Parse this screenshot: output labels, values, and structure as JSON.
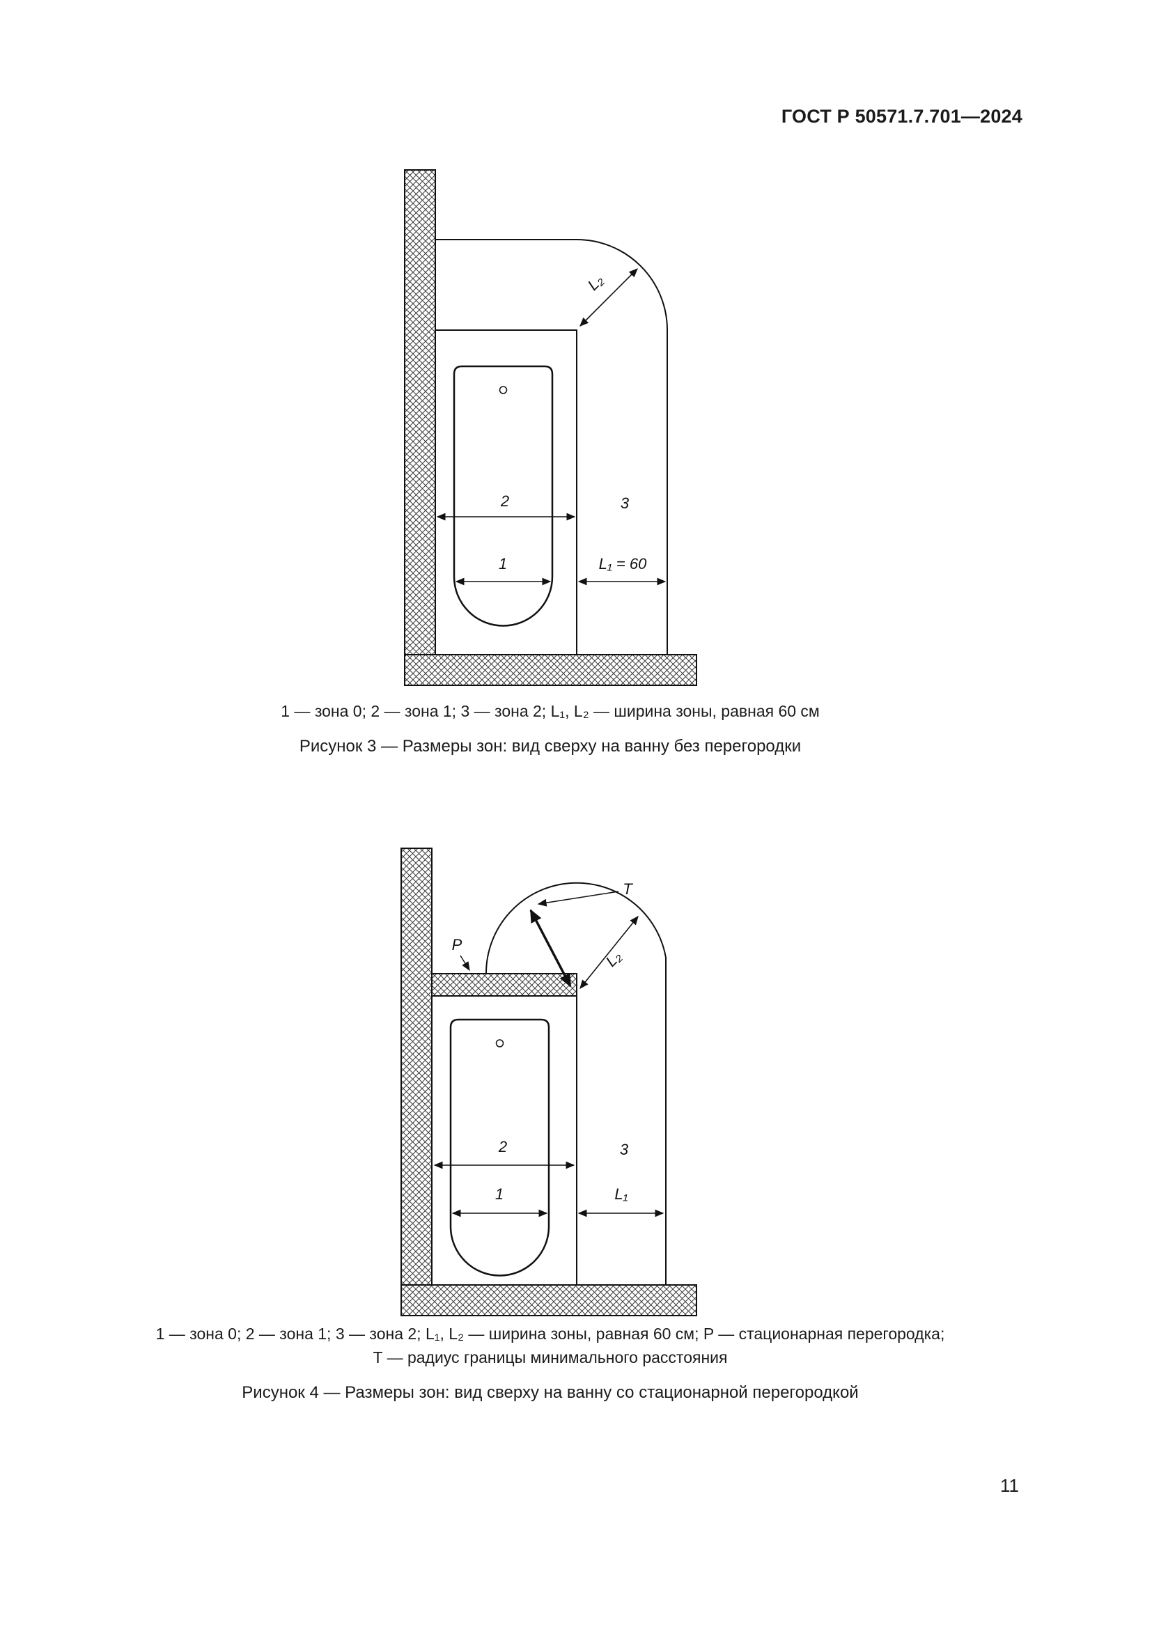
{
  "header": {
    "doc_number": "ГОСТ Р 50571.7.701—2024"
  },
  "figure3": {
    "labels": {
      "zone0_num": "1",
      "zone1_num": "2",
      "zone2_num": "3",
      "l2": "L₂",
      "l1_eq": "L₁ = 60"
    },
    "caption": "1 — зона 0; 2 — зона 1; 3 — зона 2; L₁, L₂ — ширина зоны, равная 60 см",
    "title": "Рисунок 3 — Размеры зон: вид сверху на ванну без перегородки"
  },
  "figure4": {
    "labels": {
      "zone0_num": "1",
      "zone1_num": "2",
      "zone2_num": "3",
      "l2": "L₂",
      "l1": "L₁",
      "p": "P",
      "t": "T"
    },
    "caption_line1": "1 — зона 0; 2 — зона 1; 3 — зона 2; L₁, L₂ — ширина зоны, равная 60 см; P — стационарная перегородка;",
    "caption_line2": "T — радиус границы минимального расстояния",
    "title": "Рисунок 4 — Размеры зон: вид сверху на ванну со стационарной перегородкой"
  },
  "footer": {
    "page_number": "11"
  }
}
